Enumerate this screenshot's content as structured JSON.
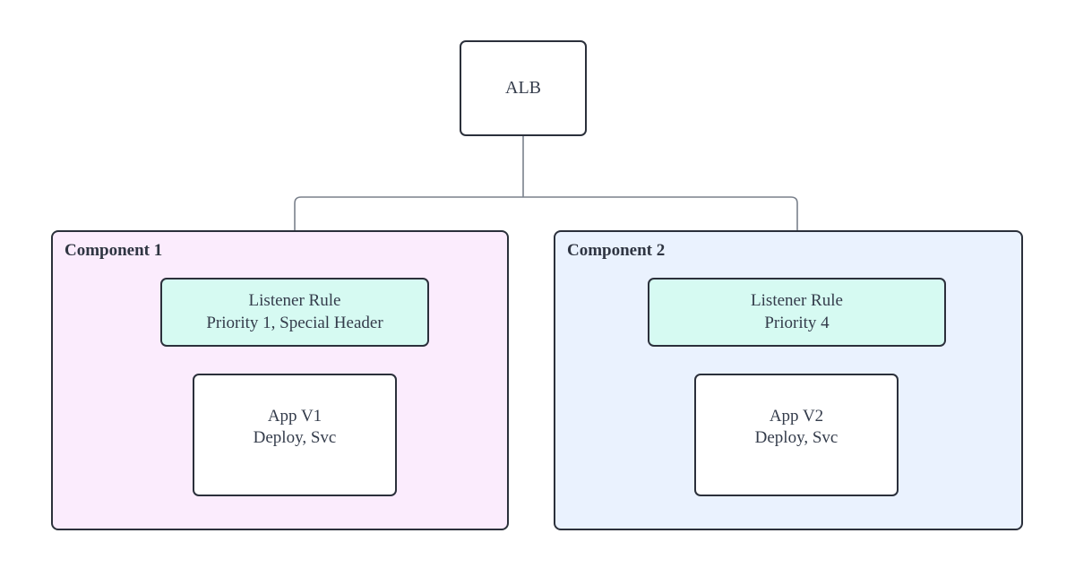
{
  "diagram": {
    "type": "flowchart",
    "background": "#ffffff",
    "edge_color": "#6b7280",
    "border_color": "#2b303b",
    "text_color": "#343c4b",
    "nodes": {
      "alb": {
        "label": "ALB",
        "fill": "#ffffff"
      },
      "component_1": {
        "label": "Component 1",
        "fill": "#fbecfd"
      },
      "component_2": {
        "label": "Component 2",
        "fill": "#eaf2fe"
      },
      "rule_1": {
        "line1": "Listener Rule",
        "line2": "Priority 1, Special Header",
        "fill": "#d6faf2"
      },
      "rule_2": {
        "line1": "Listener Rule",
        "line2": "Priority 4",
        "fill": "#d6faf2"
      },
      "app_1": {
        "line1": "App V1",
        "line2": "Deploy, Svc",
        "fill": "#ffffff"
      },
      "app_2": {
        "line1": "App V2",
        "line2": "Deploy, Svc",
        "fill": "#ffffff"
      }
    },
    "edges": [
      {
        "from": "alb",
        "to": "rule_1"
      },
      {
        "from": "alb",
        "to": "rule_2"
      },
      {
        "from": "rule_1",
        "to": "app_1"
      },
      {
        "from": "rule_2",
        "to": "app_2"
      }
    ]
  }
}
